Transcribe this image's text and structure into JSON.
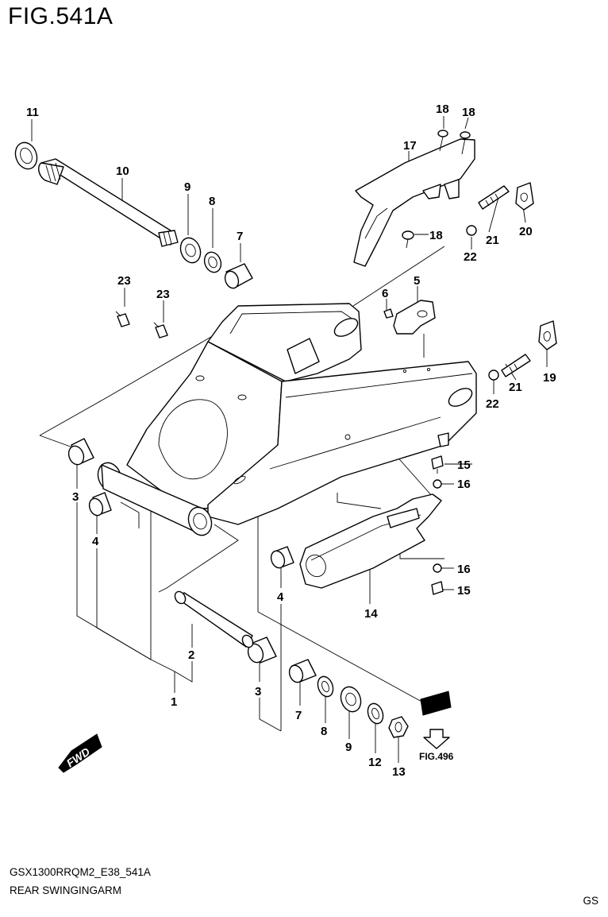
{
  "figure": {
    "title": "FIG.541A",
    "model_code": "GSX1300RRQM2_E38_541A",
    "caption": "REAR SWINGINGARM",
    "corner_code": "GS"
  },
  "callouts": [
    {
      "id": "c11",
      "text": "11"
    },
    {
      "id": "c10",
      "text": "10"
    },
    {
      "id": "c9a",
      "text": "9"
    },
    {
      "id": "c8a",
      "text": "8"
    },
    {
      "id": "c7a",
      "text": "7"
    },
    {
      "id": "c23a",
      "text": "23"
    },
    {
      "id": "c23b",
      "text": "23"
    },
    {
      "id": "c18a",
      "text": "18"
    },
    {
      "id": "c18b",
      "text": "18"
    },
    {
      "id": "c17",
      "text": "17"
    },
    {
      "id": "c18c",
      "text": "18"
    },
    {
      "id": "c21a",
      "text": "21"
    },
    {
      "id": "c20",
      "text": "20"
    },
    {
      "id": "c22a",
      "text": "22"
    },
    {
      "id": "c6",
      "text": "6"
    },
    {
      "id": "c5",
      "text": "5"
    },
    {
      "id": "c19",
      "text": "19"
    },
    {
      "id": "c21b",
      "text": "21"
    },
    {
      "id": "c22b",
      "text": "22"
    },
    {
      "id": "c3a",
      "text": "3"
    },
    {
      "id": "c4a",
      "text": "4"
    },
    {
      "id": "c15a",
      "text": "15"
    },
    {
      "id": "c16a",
      "text": "16"
    },
    {
      "id": "c4b",
      "text": "4"
    },
    {
      "id": "c16b",
      "text": "16"
    },
    {
      "id": "c15b",
      "text": "15"
    },
    {
      "id": "c14",
      "text": "14"
    },
    {
      "id": "c2",
      "text": "2"
    },
    {
      "id": "c1",
      "text": "1"
    },
    {
      "id": "c3b",
      "text": "3"
    },
    {
      "id": "c7b",
      "text": "7"
    },
    {
      "id": "c8b",
      "text": "8"
    },
    {
      "id": "c9b",
      "text": "9"
    },
    {
      "id": "c12",
      "text": "12"
    },
    {
      "id": "c13",
      "text": "13"
    }
  ],
  "reference": {
    "fig_ref": "FIG.496",
    "direction_badge": "FWD"
  }
}
